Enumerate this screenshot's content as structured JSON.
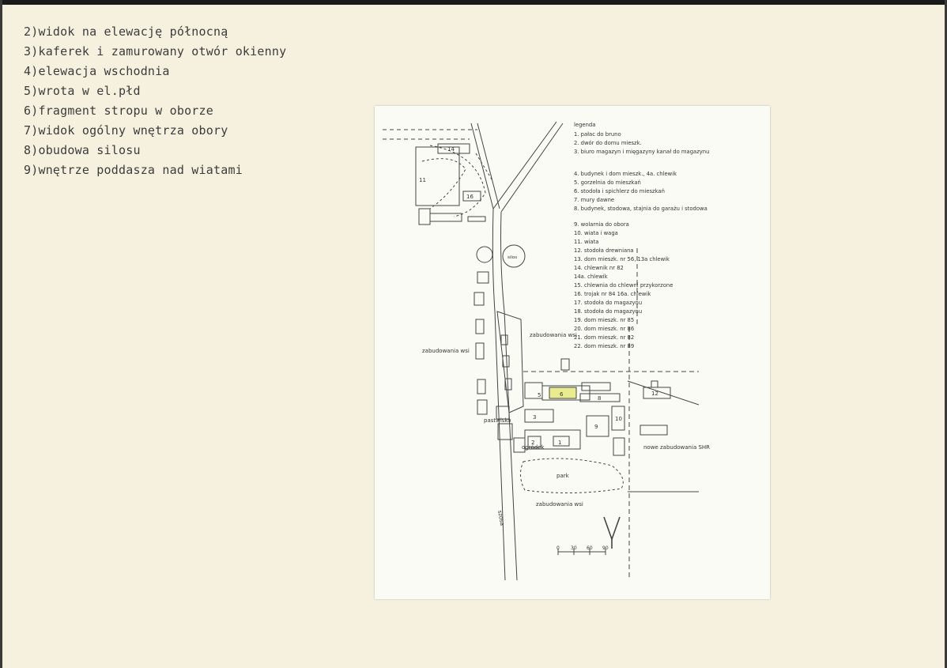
{
  "typed_notes": [
    "2)widok na elewację północną",
    "3)kaferek i zamurowany otwór okienny",
    "4)elewacja wschodnia",
    "5)wrota w el.płd",
    "6)fragment stropu w oborze",
    "7)widok ogólny wnętrza obory",
    "8)obudowa silosu",
    "9)wnętrze poddasza nad wiatami"
  ],
  "site_plan": {
    "legend_title": "legenda",
    "legend_items": [
      "1. pałac do bruno",
      "2. dwór do domu mieszk.",
      "3. biuro magazyn i mięgazyny kanał do magazynu",
      "4. budynek i dom mieszk., 4a. chlewik",
      "5. gorzelnia do mieszkań",
      "6. stodoła i spichlerz do mieszkań",
      "7. mury dawne",
      "8. budynek, stodowa, stajnia do garażu i stodowa",
      "9. wolarnia do obora",
      "10. wiata i waga",
      "11. wiata",
      "12. stodoła drewniana",
      "13. dom mieszk. nr 56, 13a chlewik",
      "14. chlewnik nr 82",
      "14a. chlewik",
      "15. chlewnia do chlewni przykorzone",
      "16. trojak nr 84     16a. chlewik",
      "17. stodoła do magazynu",
      "18. stodoła do magazynu",
      "19. dom mieszk. nr 85",
      "20. dom mieszk. nr 86",
      "21. dom mieszk. nr 82",
      "22. dom mieszk. nr 89"
    ],
    "area_labels": {
      "zab_left": "zabudowania wsi",
      "zab_center": "zabudowania wsi",
      "zab_bottom": "zabudowania wsi",
      "zab_right": "nowe zabudowania SHR",
      "park": "park",
      "pastwisko": "pastwisko",
      "ogrodnik": "ogródek",
      "silos_label": "silos",
      "bldg_5": "5",
      "bldg_6": "6",
      "bldg_8": "8",
      "bldg_9": "9",
      "bldg_10": "10",
      "bldg_12": "12",
      "bldg_3": "3",
      "bldg_2": "2",
      "bldg_1": "1",
      "bldg_11": "11",
      "bldg_14": "14",
      "bldg_16": "16",
      "road_label": "szosa"
    },
    "scale_labels": [
      "0",
      "30",
      "60",
      "90"
    ],
    "north_arrow": "north-arrow",
    "highlight_color": "#e9ec8e"
  }
}
